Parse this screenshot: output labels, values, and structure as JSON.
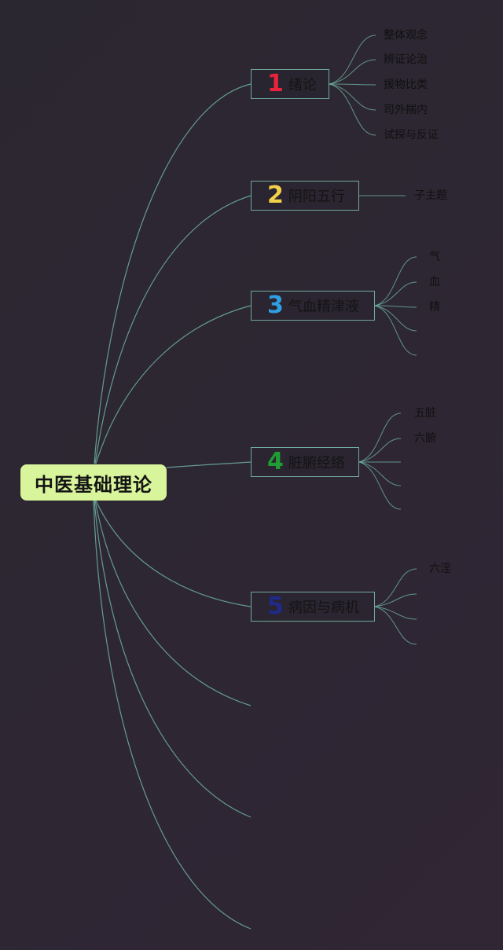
{
  "root": {
    "label": "中医基础理论"
  },
  "topics": [
    {
      "number": "1",
      "label": "绪论",
      "color": "#e8243c",
      "children": [
        "整体观念",
        "辨证论治",
        "援物比类",
        "司外揣内",
        "试探与反证"
      ]
    },
    {
      "number": "2",
      "label": "阴阳五行",
      "color": "#f2d04a",
      "children": [
        "子主题"
      ]
    },
    {
      "number": "3",
      "label": "气血精津液",
      "color": "#2f9fe3",
      "children": [
        "气",
        "血",
        "精",
        "",
        ""
      ]
    },
    {
      "number": "4",
      "label": "脏腑经络",
      "color": "#1f9d34",
      "children": [
        "五脏",
        "六腑",
        "",
        "",
        ""
      ]
    },
    {
      "number": "5",
      "label": "病因与病机",
      "color": "#1f2a8a",
      "children": [
        "六淫",
        "",
        "",
        ""
      ]
    }
  ],
  "colors": {
    "background": "#2d2733",
    "root_fill": "#d8f59b",
    "connector": "#6fb0a3"
  }
}
